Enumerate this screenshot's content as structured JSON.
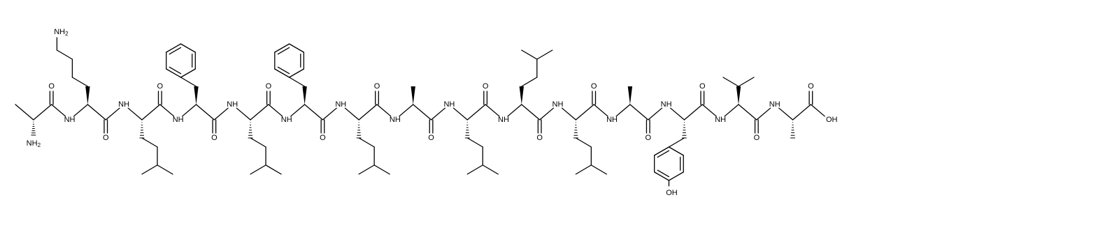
{
  "molecule": {
    "atom_labels": {
      "amine": "NH2",
      "amide": "NH",
      "carbonyl": "O",
      "acid_oh": "OH",
      "phenol_oh": "OH",
      "side_amine": "NH2"
    }
  }
}
